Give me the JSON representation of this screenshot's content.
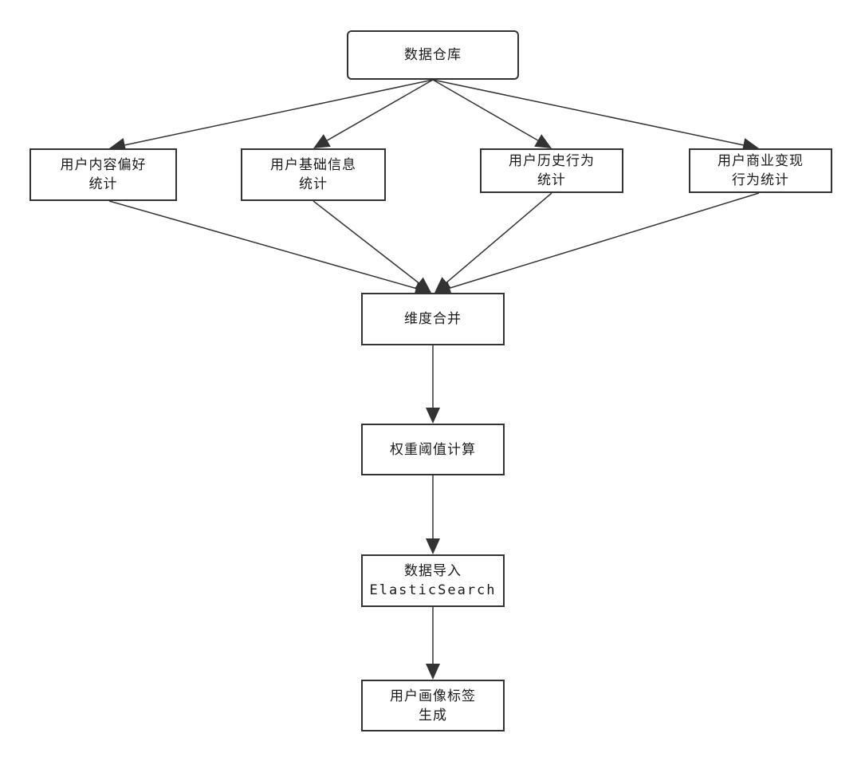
{
  "nodes": {
    "warehouse": {
      "lines": [
        "数据仓库"
      ]
    },
    "content_pref": {
      "lines": [
        "用户内容偏好",
        "统计"
      ]
    },
    "basic_info": {
      "lines": [
        "用户基础信息",
        "统计"
      ]
    },
    "history": {
      "lines": [
        "用户历史行为",
        "统计"
      ]
    },
    "commercial": {
      "lines": [
        "用户商业变现",
        "行为统计"
      ]
    },
    "merge": {
      "lines": [
        "维度合并"
      ]
    },
    "weight": {
      "lines": [
        "权重阈值计算"
      ]
    },
    "import_es": {
      "lines": [
        "数据导入",
        "ElasticSearch"
      ]
    },
    "profile_tags": {
      "lines": [
        "用户画像标签",
        "生成"
      ]
    }
  },
  "edges": [
    {
      "from": "warehouse",
      "to": "content_pref"
    },
    {
      "from": "warehouse",
      "to": "basic_info"
    },
    {
      "from": "warehouse",
      "to": "history"
    },
    {
      "from": "warehouse",
      "to": "commercial"
    },
    {
      "from": "content_pref",
      "to": "merge"
    },
    {
      "from": "basic_info",
      "to": "merge"
    },
    {
      "from": "history",
      "to": "merge"
    },
    {
      "from": "commercial",
      "to": "merge"
    },
    {
      "from": "merge",
      "to": "weight"
    },
    {
      "from": "weight",
      "to": "import_es"
    },
    {
      "from": "import_es",
      "to": "profile_tags"
    }
  ],
  "colors": {
    "stroke": "#333333",
    "arrow": "#333333",
    "text": "#1a1a1a"
  }
}
